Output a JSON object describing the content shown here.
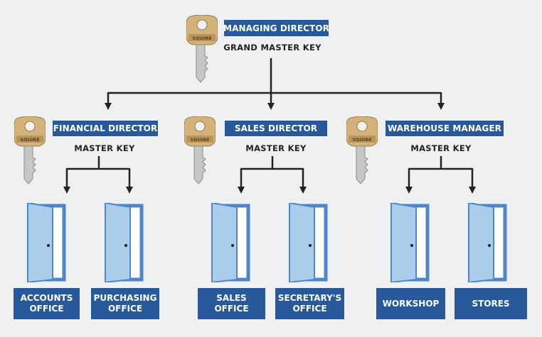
{
  "top": {
    "title": "MANAGING DIRECTOR",
    "subtitle": "GRAND MASTER KEY"
  },
  "key_stamp": "SQUIRE",
  "managers": [
    {
      "title": "FINANCIAL DIRECTOR",
      "subtitle": "MASTER KEY"
    },
    {
      "title": "SALES DIRECTOR",
      "subtitle": "MASTER KEY"
    },
    {
      "title": "WAREHOUSE MANAGER",
      "subtitle": "MASTER KEY"
    }
  ],
  "rooms": [
    {
      "line1": "ACCOUNTS",
      "line2": "OFFICE"
    },
    {
      "line1": "PURCHASING",
      "line2": "OFFICE"
    },
    {
      "line1": "SALES",
      "line2": "OFFICE"
    },
    {
      "line1": "SECRETARY'S",
      "line2": "OFFICE"
    },
    {
      "line1": "WORKSHOP",
      "line2": ""
    },
    {
      "line1": "STORES",
      "line2": ""
    }
  ],
  "colors": {
    "label_bg": "#28599b",
    "door_fill": "#a9cdeb",
    "door_frame": "#4e86c7",
    "key_gold": "#d4b27a",
    "line": "#222222"
  }
}
